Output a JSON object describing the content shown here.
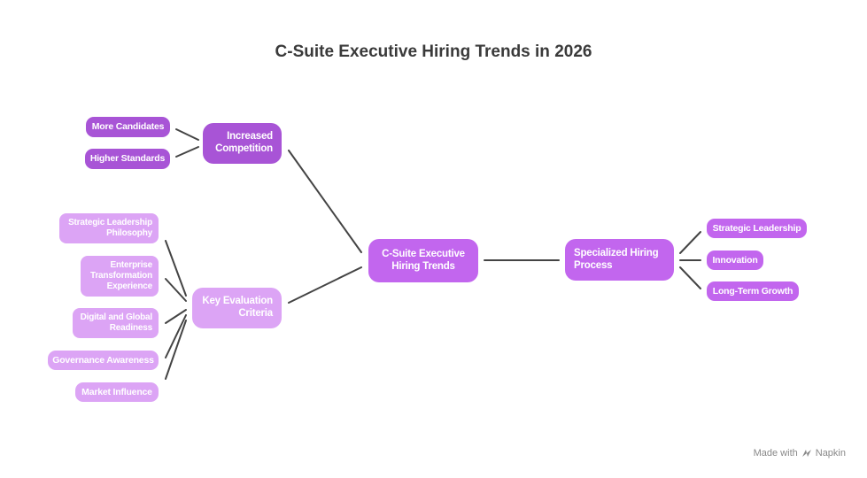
{
  "title": "C-Suite Executive Hiring Trends in 2026",
  "center": "C-Suite Executive Hiring Trends",
  "increased_competition": {
    "label": "Increased Competition",
    "children": [
      "More Candidates",
      "Higher Standards"
    ]
  },
  "key_evaluation": {
    "label": "Key Evaluation Criteria",
    "children": [
      "Strategic Leadership Philosophy",
      "Enterprise Transformation Experience",
      "Digital and Global Readiness",
      "Governance Awareness",
      "Market Influence"
    ]
  },
  "specialized_hiring": {
    "label": "Specialized Hiring Process",
    "children": [
      "Strategic Leadership",
      "Innovation",
      "Long-Term Growth"
    ]
  },
  "footer": {
    "made_with": "Made with",
    "brand": "Napkin"
  },
  "colors": {
    "dark_purple": "#a854d6",
    "mid_purple": "#c266ee",
    "light_purple": "#dca4f5",
    "line": "#444444"
  }
}
